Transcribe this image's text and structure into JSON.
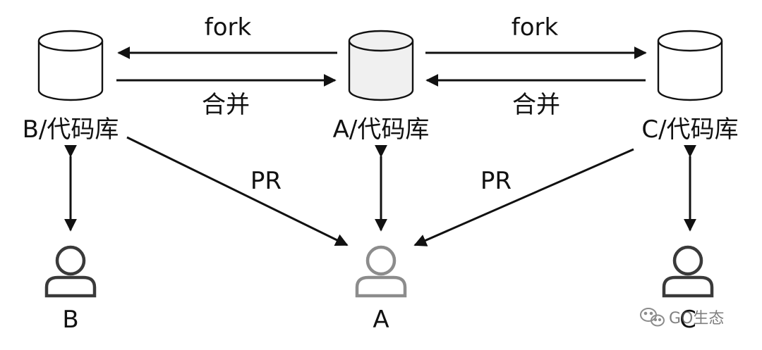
{
  "repos": {
    "left": {
      "label": "B/代码库"
    },
    "center": {
      "label": "A/代码库"
    },
    "right": {
      "label": "C/代码库"
    }
  },
  "users": {
    "left": {
      "label": "B"
    },
    "center": {
      "label": "A"
    },
    "right": {
      "label": "C"
    }
  },
  "edges": {
    "fork_left": "fork",
    "merge_left": "合并",
    "fork_right": "fork",
    "merge_right": "合并",
    "pr_left": "PR",
    "pr_right": "PR"
  },
  "colors": {
    "stroke": "#111111",
    "center_db_fill": "#f0f0f0",
    "side_db_fill": "#ffffff",
    "center_user": "#8c8c8c",
    "side_user": "#3a3a3a"
  },
  "watermark": {
    "icon": "wechat-icon",
    "text": "GO生态"
  }
}
